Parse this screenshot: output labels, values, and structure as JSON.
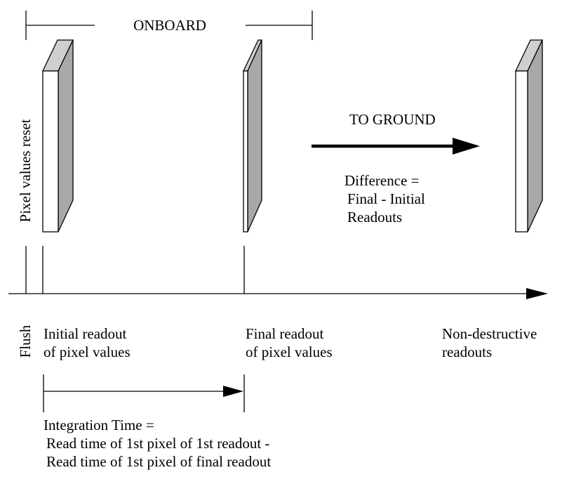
{
  "labels": {
    "onboard": "ONBOARD",
    "to_ground": "TO GROUND",
    "pixel_values_reset": "Pixel values reset",
    "flush": "Flush",
    "difference": [
      "Difference =",
      "Final - Initial",
      "Readouts"
    ],
    "initial_readout": [
      "Initial readout",
      "of pixel values"
    ],
    "final_readout": [
      "Final readout",
      "of pixel values"
    ],
    "non_destructive": [
      "Non-destructive",
      "readouts"
    ],
    "integration_time": [
      "Integration Time =",
      "Read time of 1st pixel of 1st readout -",
      "Read time of 1st pixel of final readout"
    ]
  },
  "colors": {
    "line": "#000000",
    "panel_face": "#ffffff",
    "panel_side": "#a8a8a8",
    "panel_top": "#cfcfcf"
  }
}
